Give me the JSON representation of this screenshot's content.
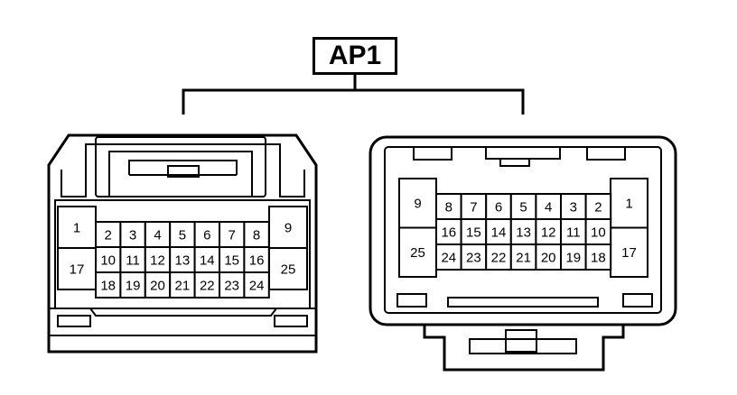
{
  "connector_id": "AP1",
  "colors": {
    "line": "#000000",
    "background": "#ffffff"
  },
  "connectors": [
    {
      "name": "female-connector",
      "side_left_pins": [
        "1",
        "17"
      ],
      "side_right_pins": [
        "9",
        "25"
      ],
      "rows": [
        [
          "2",
          "3",
          "4",
          "5",
          "6",
          "7",
          "8"
        ],
        [
          "10",
          "11",
          "12",
          "13",
          "14",
          "15",
          "16"
        ],
        [
          "18",
          "19",
          "20",
          "21",
          "22",
          "23",
          "24"
        ]
      ]
    },
    {
      "name": "male-connector",
      "side_left_pins": [
        "9",
        "25"
      ],
      "side_right_pins": [
        "1",
        "17"
      ],
      "rows": [
        [
          "8",
          "7",
          "6",
          "5",
          "4",
          "3",
          "2"
        ],
        [
          "16",
          "15",
          "14",
          "13",
          "12",
          "11",
          "10"
        ],
        [
          "24",
          "23",
          "22",
          "21",
          "20",
          "19",
          "18"
        ]
      ]
    }
  ]
}
